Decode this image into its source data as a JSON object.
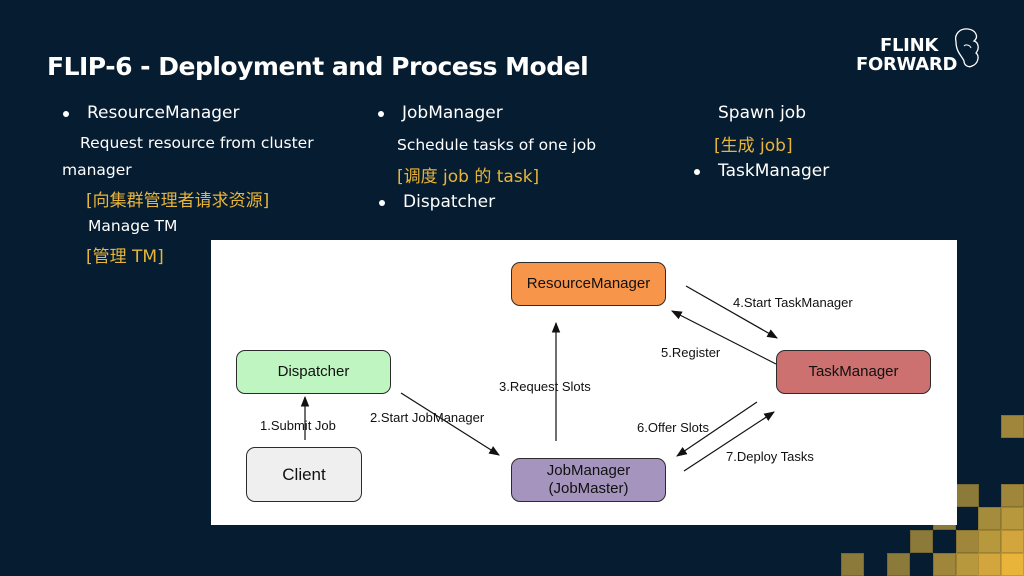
{
  "slide": {
    "title": "FLIP-6 - Deployment and Process Model",
    "logo": {
      "line1": "FLINK",
      "line2": "FORWARD",
      "icon": "squirrel-logo-icon"
    }
  },
  "bullets": {
    "resource_manager": {
      "heading": "ResourceManager",
      "desc_line1": "Request resource from cluster",
      "desc_line2": "manager",
      "desc_zh": "[向集群管理者请求资源]",
      "desc2": "Manage TM",
      "desc2_zh": "[管理 TM]"
    },
    "job_manager": {
      "heading": "JobManager",
      "desc": "Schedule tasks of one job",
      "desc_zh": "[调度 job 的 task]"
    },
    "dispatcher": {
      "heading": "Dispatcher",
      "desc": "Spawn job",
      "desc_zh": "[生成 job]"
    },
    "task_manager": {
      "heading": "TaskManager"
    }
  },
  "diagram": {
    "nodes": {
      "resource_manager": {
        "label": "ResourceManager",
        "color": "#f7964a"
      },
      "dispatcher": {
        "label": "Dispatcher",
        "color": "#bff5c0"
      },
      "task_manager": {
        "label": "TaskManager",
        "color": "#cc7070"
      },
      "client": {
        "label": "Client",
        "color": "#efefef"
      },
      "job_manager": {
        "label_line1": "JobManager",
        "label_line2": "(JobMaster)",
        "color": "#a594bd"
      }
    },
    "edges": [
      {
        "label": "1.Submit Job",
        "from": "Client",
        "to": "Dispatcher"
      },
      {
        "label": "2.Start JobManager",
        "from": "Dispatcher",
        "to": "JobManager"
      },
      {
        "label": "3.Request Slots",
        "from": "JobManager",
        "to": "ResourceManager"
      },
      {
        "label": "4.Start TaskManager",
        "from": "ResourceManager",
        "to": "TaskManager"
      },
      {
        "label": "5.Register",
        "from": "TaskManager",
        "to": "ResourceManager"
      },
      {
        "label": "6.Offer Slots",
        "from": "TaskManager",
        "to": "JobManager"
      },
      {
        "label": "7.Deploy Tasks",
        "from": "JobManager",
        "to": "TaskManager"
      }
    ]
  },
  "colors": {
    "background": "#061c30",
    "accent_yellow": "#e8b53a"
  }
}
